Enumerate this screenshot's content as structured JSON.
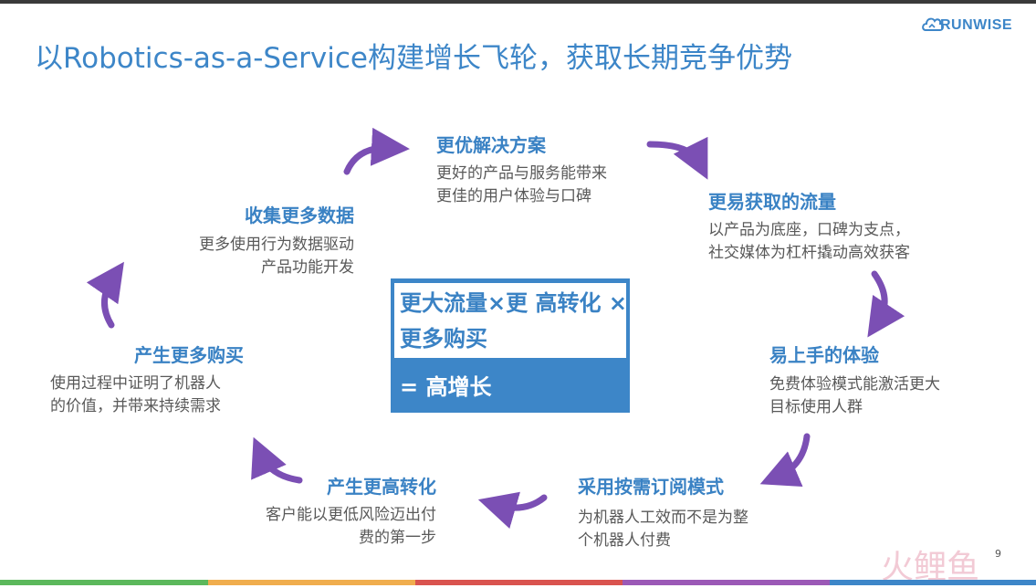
{
  "title": "以Robotics-as-a-Service构建增长飞轮，获取长期竞争优势",
  "logo": {
    "text": "RUNWISE",
    "icon": "cloud-logo-icon"
  },
  "nodes": {
    "solution": {
      "title": "更优解决方案",
      "desc1": "更好的产品与服务能带来",
      "desc2": "更佳的用户体验与口碑"
    },
    "traffic": {
      "title": "更易获取的流量",
      "desc1": "以产品为底座，口碑为支点，",
      "desc2": "社交媒体为杠杆撬动高效获客"
    },
    "easy": {
      "title": "易上手的体验",
      "desc1": "免费体验模式能激活更大",
      "desc2": "目标使用人群"
    },
    "subscription": {
      "title": "采用按需订阅模式",
      "desc1": "为机器人工效而不是为整",
      "desc2": "个机器人付费"
    },
    "conversion": {
      "title": "产生更高转化",
      "desc1": "客户能以更低风险迈出付",
      "desc2": "费的第一步"
    },
    "purchase": {
      "title": "产生更多购买",
      "desc1": "使用过程中证明了机器人",
      "desc2": "的价值，并带来持续需求"
    },
    "data": {
      "title": "收集更多数据",
      "desc1": "更多使用行为数据驱动",
      "desc2": "产品功能开发"
    }
  },
  "center": {
    "top": "更大流量×更 高转化 × 更多购买",
    "bottom": "= 高增长"
  },
  "page_number": "9",
  "watermark": "火鲤鱼",
  "colors": {
    "accent": "#3d86c8",
    "arrow": "#7b4fb4",
    "text": "#595959"
  }
}
